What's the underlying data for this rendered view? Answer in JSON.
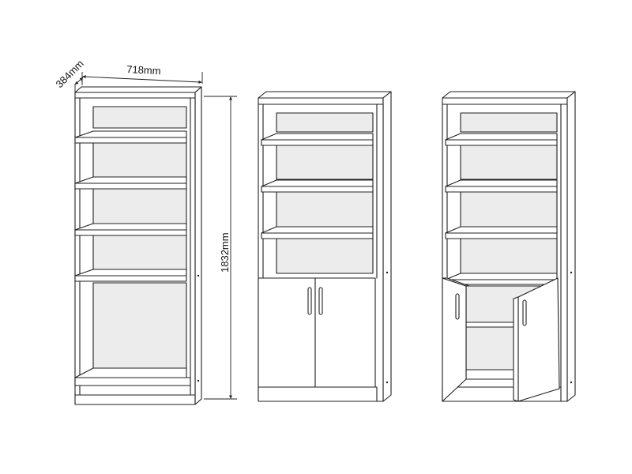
{
  "dimensions": {
    "depth": "384mm",
    "width": "718mm",
    "height": "1832mm"
  },
  "views": [
    {
      "name": "open-bookcase"
    },
    {
      "name": "bookcase-doors-closed"
    },
    {
      "name": "bookcase-doors-open"
    }
  ],
  "colors": {
    "line": "#1f1f1f",
    "back_panel": "#ececec",
    "background": "#ffffff"
  }
}
